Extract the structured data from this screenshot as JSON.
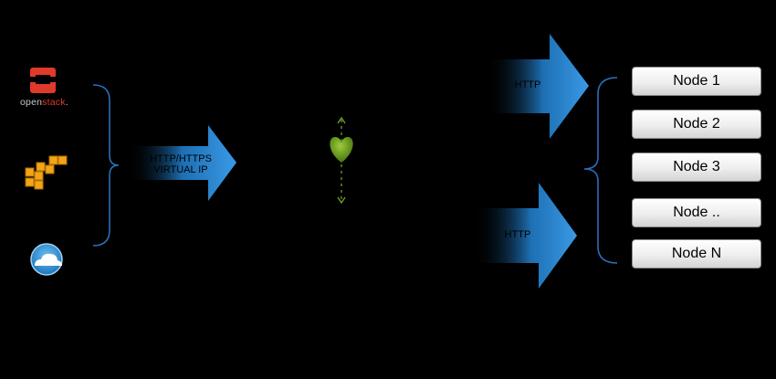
{
  "diagram": {
    "openstack_logo": {
      "text_part1": "open",
      "text_part2": "stack",
      "text_suffix": "."
    },
    "arrows": {
      "virtual_ip": {
        "line1": "HTTP/HTTPS",
        "line2": "VIRTUAL IP"
      },
      "http_top": "HTTP",
      "http_bottom": "HTTP"
    },
    "nodes": [
      "Node 1",
      "Node 2",
      "Node 3",
      "Node ..",
      "Node N"
    ]
  },
  "colors": {
    "background": "#000000",
    "arrow_blue": "#2f8fd8",
    "brace_blue": "#2a6fb8",
    "heart_green": "#5f9416",
    "openstack_red": "#e03a2a",
    "aws_orange": "#f2a516",
    "cloud_blue": "#2f93d8"
  },
  "icons": [
    "openstack-icon",
    "aws-icon",
    "cloud-icon",
    "heartbeat-icon"
  ]
}
